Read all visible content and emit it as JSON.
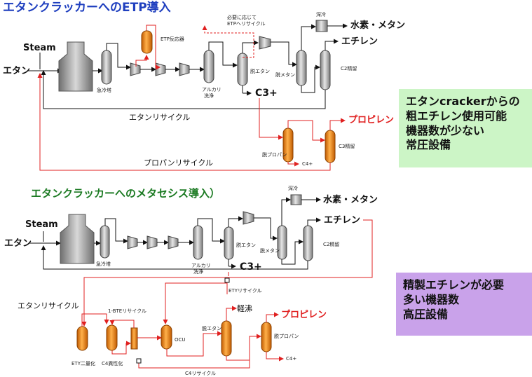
{
  "colors": {
    "title_top": "#1f3fbf",
    "title_bottom": "#1b7a22",
    "red_line": "#e02020",
    "orange_vessel": "#f08a1c",
    "grey_vessel": "#a9a9a9",
    "green_box": "#ccf5c6",
    "purple_box": "#c9a2ea"
  },
  "top": {
    "title": "エタンクラッカーへのETP導入",
    "steam": "Steam",
    "ethane": "エタン",
    "quench": "急冷塔",
    "etp_reactor": "ETP反応器",
    "recycle_note_1": "必要に応じて",
    "recycle_note_2": "ETPへリサイクル",
    "alkali_1": "アルカリ",
    "alkali_2": "洗浄",
    "deethanizer": "脱エタン",
    "demethanizer": "脱メタン",
    "deep_cool": "深冷",
    "h2_methane": "水素・メタン",
    "ethylene": "エチレン",
    "c2_splitter": "C2精留",
    "c3plus": "C3+",
    "ethane_recycle": "エタンリサイクル",
    "propylene": "プロピレン",
    "depropanizer": "脱プロパン",
    "c3_splitter": "C3精留",
    "c4plus": "C4+",
    "propane_recycle": "プロパンリサイクル"
  },
  "box1": {
    "lines": [
      "エタンcrackerからの",
      "粗エチレン使用可能",
      "機器数が少ない",
      "常圧設備"
    ]
  },
  "bottom": {
    "title": "エタンクラッカーへのメタセシス導入）",
    "steam": "Steam",
    "ethane": "エタン",
    "quench": "急冷塔",
    "alkali_1": "アルカリ",
    "alkali_2": "洗浄",
    "deethanizer": "脱エタン",
    "demethanizer": "脱メタン",
    "deep_cool": "深冷",
    "h2_methane": "水素・メタン",
    "ethylene": "エチレン",
    "c2_splitter": "C2精留",
    "c3plus": "C3+",
    "ety_recycle": "ETYリサイクル",
    "ethane_recycle": "エタンリサイクル",
    "bte_recycle": "1-BTEリサイクル",
    "light_boil": "軽沸",
    "propylene": "プロピレン",
    "ocu": "OCU",
    "deethanizer2": "脱エタン",
    "depropanizer": "脱プロパン",
    "ety_dimer": "ETY二量化",
    "c4_isomer": "C4異性化",
    "c4_recycle": "C4リサイクル",
    "c4plus": "C4+"
  },
  "box2": {
    "lines": [
      "精製エチレンが必要",
      "多い機器数",
      "高圧設備"
    ]
  }
}
